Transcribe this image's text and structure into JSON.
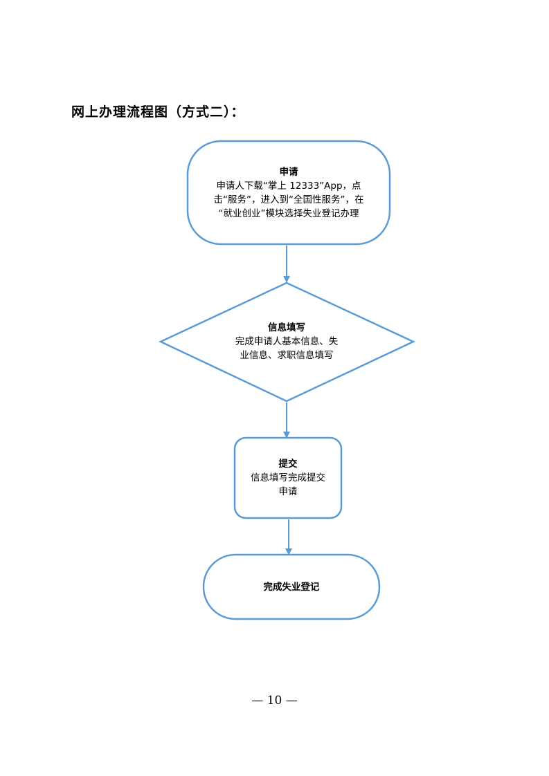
{
  "heading": "网上办理流程图（方式二）：",
  "flow": {
    "step1": {
      "title": "申请",
      "lines": [
        "申请人下载“掌上 12333”App，点",
        "击“服务”，进入到“全国性服务”，在",
        "“就业创业”模块选择失业登记办理"
      ]
    },
    "step2": {
      "title": "信息填写",
      "lines": [
        "完成申请人基本信息、失",
        "业信息、求职信息填写"
      ]
    },
    "step3": {
      "title": "提交",
      "lines": [
        "信息填写完成提交",
        "申请"
      ]
    },
    "step4": {
      "title": "完成失业登记"
    }
  },
  "page_number": "— 10 —",
  "colors": {
    "stroke": "#5b9bd5",
    "text": "#000000"
  }
}
